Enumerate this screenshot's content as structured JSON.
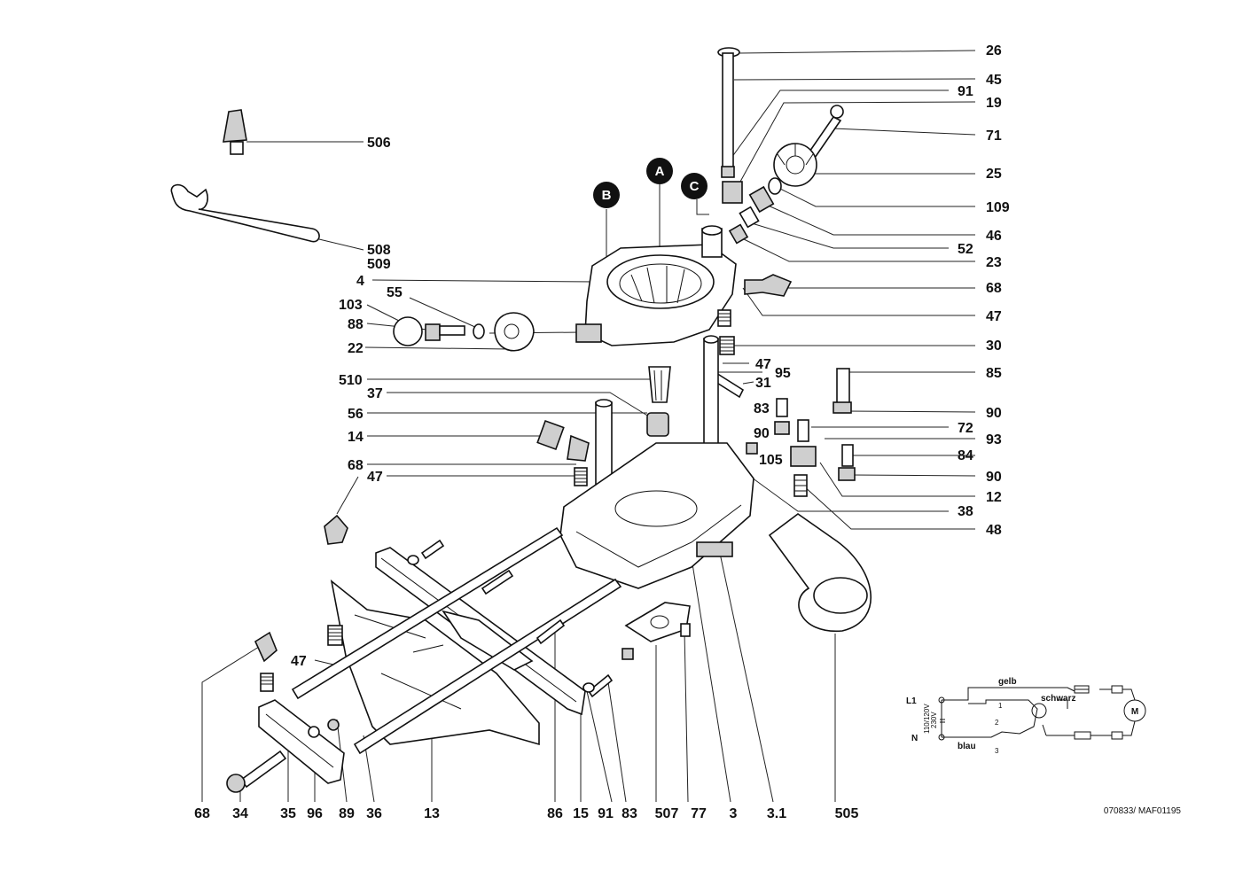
{
  "diagram": {
    "badges": {
      "A": "A",
      "B": "B",
      "C": "C"
    },
    "labels": {
      "26": "26",
      "45": "45",
      "91a": "91",
      "19": "19",
      "71": "71",
      "25": "25",
      "109": "109",
      "46": "46",
      "52": "52",
      "23": "23",
      "68a": "68",
      "47a": "47",
      "30": "30",
      "47b": "47",
      "95": "95",
      "31": "31",
      "85": "85",
      "83a": "83",
      "90a": "90",
      "72": "72",
      "90b": "90",
      "93": "93",
      "105": "105",
      "84": "84",
      "90c": "90",
      "12": "12",
      "38": "38",
      "48": "48",
      "506": "506",
      "508": "508",
      "509": "509",
      "4": "4",
      "55": "55",
      "103": "103",
      "88": "88",
      "22": "22",
      "510": "510",
      "37": "37",
      "56": "56",
      "14": "14",
      "68b": "68",
      "47c": "47",
      "47d": "47",
      "b68": "68",
      "b34": "34",
      "b35": "35",
      "b96": "96",
      "b89": "89",
      "b36": "36",
      "b13": "13",
      "b86": "86",
      "b15": "15",
      "b91": "91",
      "b83": "83",
      "b507": "507",
      "b77": "77",
      "b3": "3",
      "b31": "3.1",
      "b505": "505"
    },
    "wiring": {
      "L1": "L1",
      "N": "N",
      "gelb": "gelb",
      "schwarz": "schwarz",
      "blau": "blau",
      "voltage_a": "110/120V",
      "voltage_b": "230V",
      "motor": "M",
      "t1": "1",
      "t2": "2",
      "t3": "3"
    },
    "reference": "070833/ MAF01195"
  }
}
